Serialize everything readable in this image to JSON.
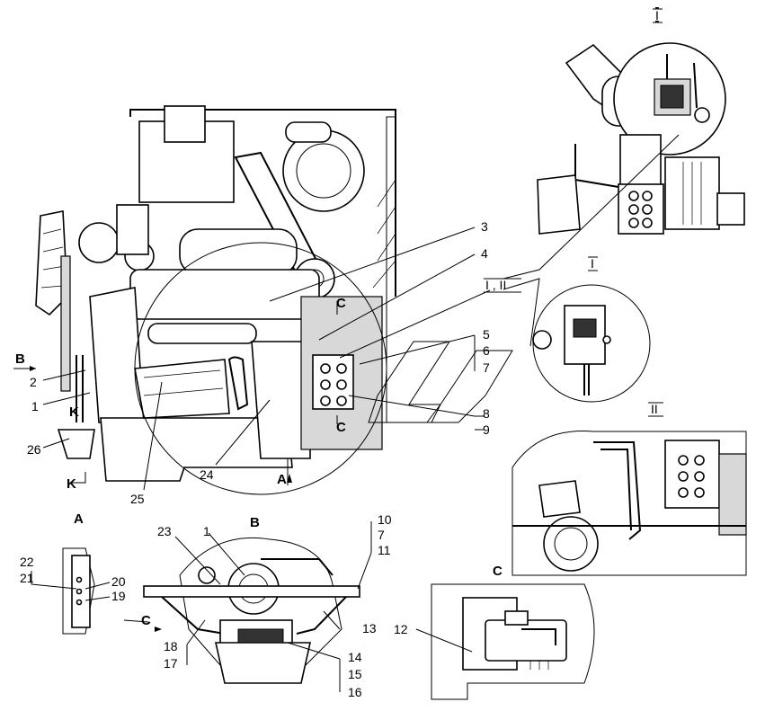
{
  "callouts": {
    "c1": "1",
    "c2": "2",
    "c3": "3",
    "c4": "4",
    "c5": "5",
    "c6": "6",
    "c7": "7",
    "c8": "8",
    "c9": "9",
    "c10": "10",
    "c11": "11",
    "c12": "12",
    "c13": "13",
    "c14": "14",
    "c15": "15",
    "c16": "16",
    "c17": "17",
    "c18": "18",
    "c19": "19",
    "c20": "20",
    "c21": "21",
    "c22": "22",
    "c23": "23",
    "c24": "24",
    "c25": "25",
    "c26": "26",
    "c1_view_b": "1",
    "c7_view_b": "7"
  },
  "view_letters": {
    "a_arrow": "A",
    "a_view": "A",
    "b_arrow": "B",
    "b_view": "B",
    "c_top": "C",
    "c_bottom": "C",
    "c_view_b_arrow": "C",
    "c_view": "C",
    "k_top": "K",
    "k_bottom": "K"
  },
  "roman_labels": {
    "detail_i_title": "I",
    "detail_i_caption": "I",
    "detail_ii_title": "II",
    "ref_i_ii": "I , II"
  }
}
